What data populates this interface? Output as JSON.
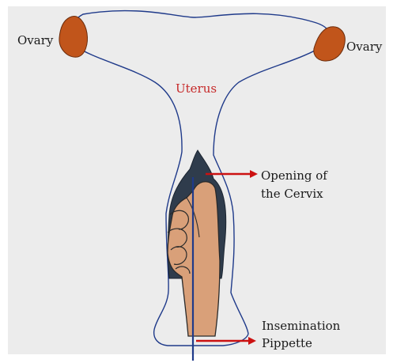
{
  "labels": {
    "ovary_left": "Ovary",
    "ovary_right": "Ovary",
    "uterus": "Uterus",
    "cervix_line1": "Opening of",
    "cervix_line2": "the Cervix",
    "pipette_line1": "Insemination",
    "pipette_line2": "Pippette"
  },
  "colors": {
    "background": "#ececec",
    "outline": "#1f3a8a",
    "ovary": "#c1551b",
    "arrow": "#cc1111",
    "hand": "#d9a079",
    "hand_outline": "#2a2a2a",
    "cervix_dark": "#2f3c4c",
    "uterus_label": "#c62828"
  }
}
